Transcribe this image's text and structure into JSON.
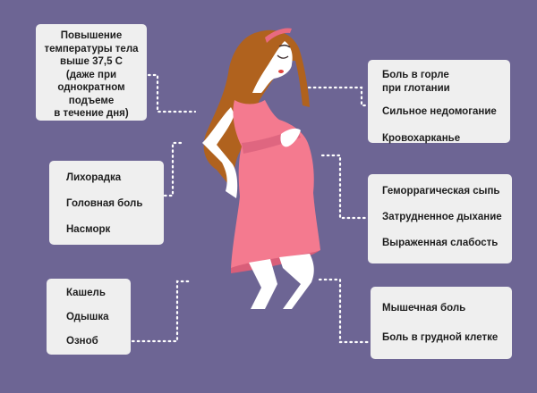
{
  "colors": {
    "background": "#6d6594",
    "box": "#efefef",
    "text": "#1e1e1e",
    "dress": "#f47a8f",
    "dress_band": "#df6680",
    "hair": "#b0621e",
    "skin": "#ffffff",
    "headband": "#e86a80",
    "connector": "#ffffff"
  },
  "symptom_groups": {
    "top_left": {
      "lines": [
        "Повышение",
        "температуры тела",
        "выше 37,5 С",
        "(даже при",
        "однократном",
        "подъеме",
        "в течение дня)"
      ]
    },
    "middle_left": {
      "items": [
        "Лихорадка",
        "Головная боль",
        "Насморк"
      ]
    },
    "bottom_left": {
      "items": [
        "Кашель",
        "Одышка",
        "Озноб"
      ]
    },
    "top_right": {
      "items": [
        "Боль в горле",
        "при глотании",
        "Сильное недомогание",
        "Кровохарканье"
      ]
    },
    "middle_right": {
      "items": [
        "Геморрагическая сыпь",
        "Затрудненное дыхание",
        "Выраженная слабость"
      ]
    },
    "bottom_right": {
      "items": [
        "Мышечная боль",
        "Боль в грудной клетке"
      ]
    }
  },
  "illustration": {
    "subject": "pregnant-woman-silhouette"
  }
}
